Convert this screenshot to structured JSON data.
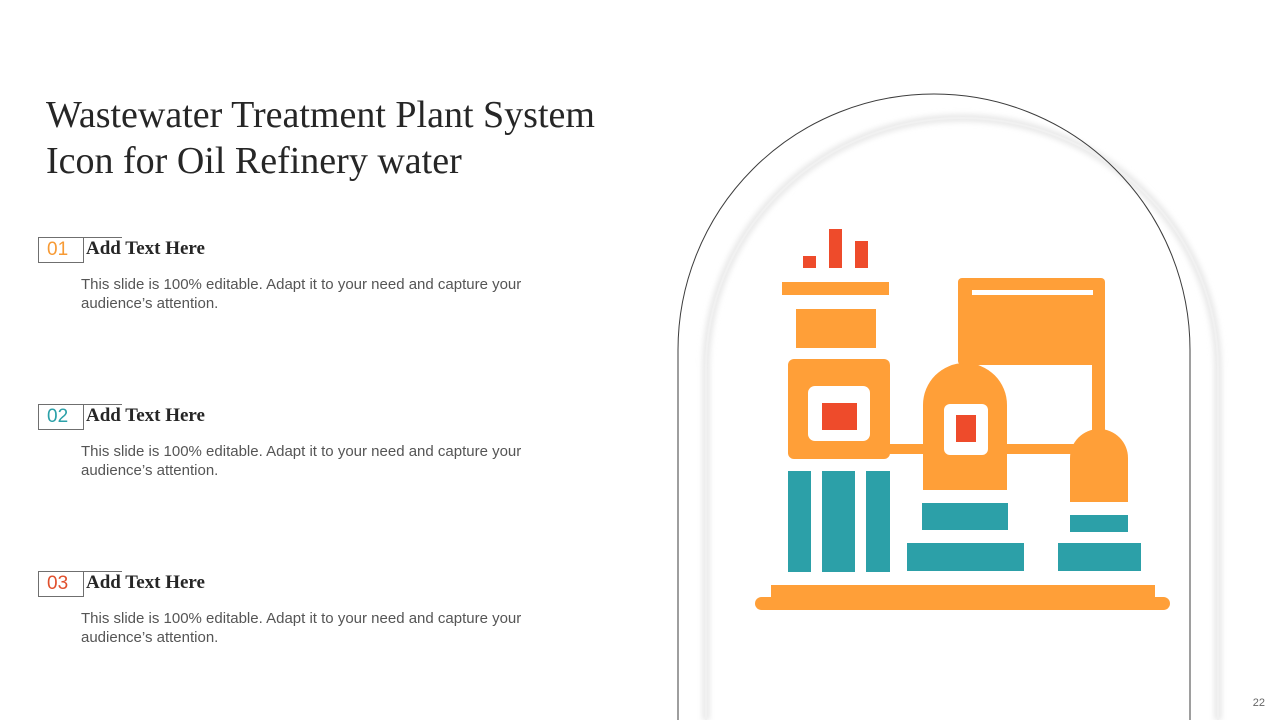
{
  "slide": {
    "title_line1": "Wastewater Treatment Plant System",
    "title_line2": "Icon for Oil Refinery water",
    "page_number": "22"
  },
  "items": [
    {
      "number": "01",
      "title": "Add Text Here",
      "description": "This slide is 100% editable. Adapt it to your need and capture your audience’s attention.",
      "color": "#F79A34"
    },
    {
      "number": "02",
      "title": "Add Text Here",
      "description": "This slide is 100% editable. Adapt it to your need and capture your audience’s attention.",
      "color": "#2BA0A8"
    },
    {
      "number": "03",
      "title": "Add Text Here",
      "description": "This slide is 100% editable. Adapt it to your need and capture your audience’s attention.",
      "color": "#E0502D"
    }
  ],
  "icon": {
    "name": "oil-refinery-icon",
    "colors": {
      "orange": "#FF9F38",
      "teal": "#2CA0A8",
      "red": "#EE4B2B"
    }
  }
}
